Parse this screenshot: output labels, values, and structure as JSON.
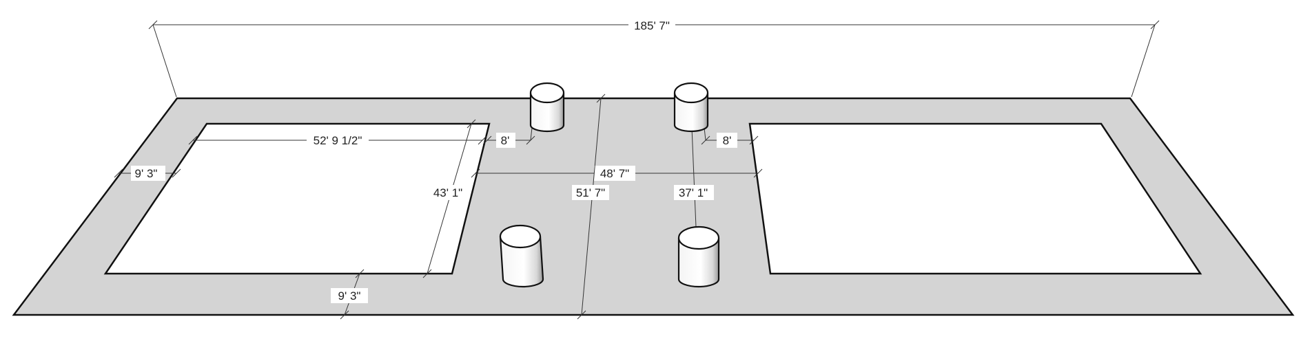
{
  "colors": {
    "slab_fill": "#d4d4d4",
    "opening_fill": "#ffffff",
    "outline": "#111111",
    "dimension_line": "#333333",
    "text": "#222222"
  },
  "dimensions": {
    "overall_length": "185' 7\"",
    "left_opening_width": "52' 9 1/2\"",
    "left_gap_to_column": "8'",
    "right_gap_to_column": "8'",
    "left_side_border": "9' 3\"",
    "center_span": "48' 7\"",
    "left_opening_depth": "43' 1\"",
    "overall_depth": "51' 7\"",
    "column_spacing": "37' 1\"",
    "bottom_border": "9' 3\""
  },
  "objects": {
    "columns": [
      "column",
      "column",
      "column",
      "column"
    ]
  }
}
